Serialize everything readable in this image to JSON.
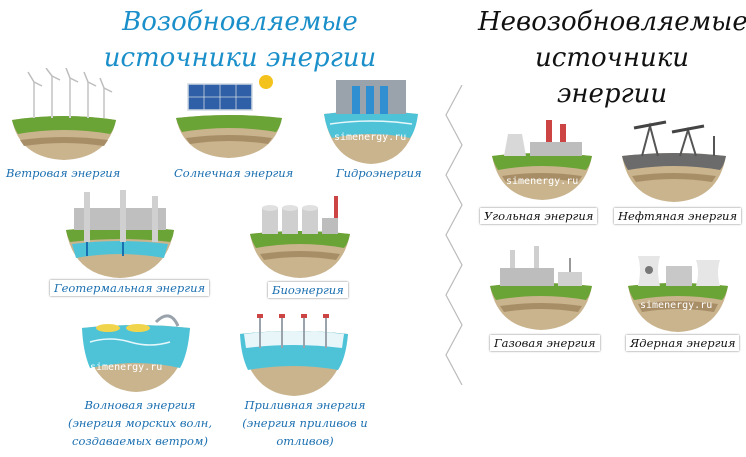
{
  "titles": {
    "renewable": [
      "Возобновляемые",
      "источники энергии"
    ],
    "nonrenewable": [
      "Невозобновляемые",
      "источники энергии"
    ]
  },
  "renewable": [
    {
      "id": "wind",
      "label": "Ветровая энергия",
      "icon": "wind-turbines-icon"
    },
    {
      "id": "solar",
      "label": "Солнечная энергия",
      "icon": "solar-panels-icon"
    },
    {
      "id": "hydro",
      "label": "Гидроэнергия",
      "icon": "hydro-dam-icon"
    },
    {
      "id": "geo",
      "label": "Геотермальная энергия",
      "icon": "geothermal-plant-icon"
    },
    {
      "id": "bio",
      "label": "Биоэнергия",
      "icon": "bio-silos-icon"
    },
    {
      "id": "wave",
      "label": "Волновая энергия",
      "sub": [
        "(энергия морских волн,",
        "создаваемых ветром)"
      ],
      "icon": "wave-energy-icon"
    },
    {
      "id": "tidal",
      "label": "Приливная энергия",
      "sub": [
        "(энергия приливов и",
        "отливов)"
      ],
      "icon": "tidal-turbines-icon"
    }
  ],
  "nonrenewable": [
    {
      "id": "coal",
      "label": "Угольная энергия",
      "icon": "coal-plant-icon"
    },
    {
      "id": "oil",
      "label": "Нефтяная энергия",
      "icon": "oil-pumpjack-icon"
    },
    {
      "id": "gas",
      "label": "Газовая энергия",
      "icon": "gas-plant-icon"
    },
    {
      "id": "nuclear",
      "label": "Ядерная энергия",
      "icon": "nuclear-plant-icon"
    }
  ],
  "watermark": "simenergy.ru",
  "colors": {
    "renewable_title": "#1a8fc9",
    "renewable_label": "#1a6fb0",
    "grass": "#6aa336",
    "water": "#4ec3d8",
    "soil": "#c9b48e"
  }
}
